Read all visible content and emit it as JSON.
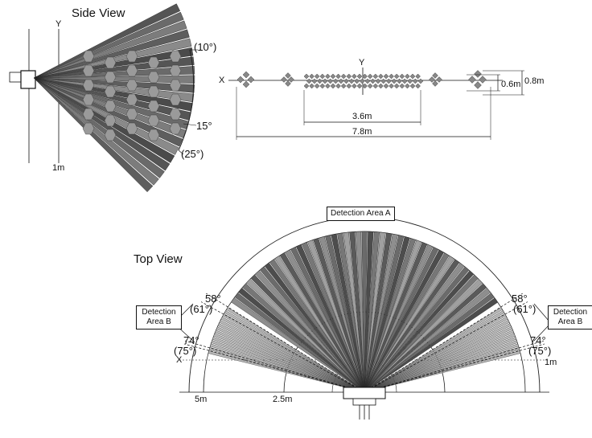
{
  "side_view": {
    "title": "Side View",
    "y_axis": "Y",
    "distance_label": "1m",
    "angle_top": "(10°)",
    "angle_mid": "15°",
    "angle_bottom": "(25°)"
  },
  "front_view": {
    "x_axis": "X",
    "y_axis": "Y",
    "width_inner": "3.6m",
    "width_outer": "7.8m",
    "height_inner": "0.6m",
    "height_outer": "0.8m"
  },
  "top_view": {
    "title": "Top View",
    "area_a": "Detection Area A",
    "area_b_left": "Detection\nArea B",
    "area_b_right": "Detection\nArea B",
    "angle_58_left": "58°",
    "angle_61_left": "(61°)",
    "angle_74_left": "74°",
    "angle_75_left": "(75°)",
    "angle_58_right": "58°",
    "angle_61_right": "(61°)",
    "angle_74_right": "74°",
    "angle_75_right": "(75°)",
    "x_axis": "X",
    "radius_5m": "5m",
    "radius_2_5m": "2.5m",
    "radius_1m": "1m"
  }
}
